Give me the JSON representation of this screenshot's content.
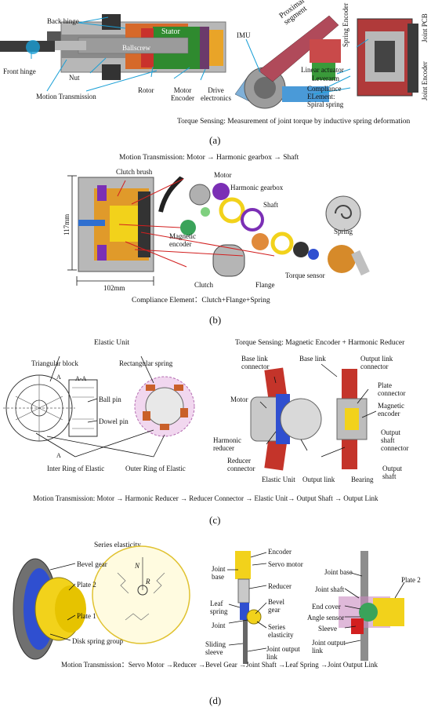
{
  "panel_a": {
    "tag": "(a)",
    "labels": {
      "back_hinge": "Back hinge",
      "stator": "Stator",
      "ballscrew": "Ballscrew",
      "front_hinge": "Front hinge",
      "nut": "Nut",
      "motion_transmission": "Motion Transmission",
      "rotor": "Rotor",
      "motor_encoder": "Motor\nEncoder",
      "drive_electronics": "Drive\nelectronics",
      "imu": "IMU",
      "proximal_segment": "Proximal\nsegment",
      "spring_encoder": "Spring Encoder",
      "joint_pcb": "Joint PCB",
      "linear_actuator": "Linear actuator",
      "leverarm": "Leverarm",
      "compliance_element": "Compliance\nELement:\nSpiral spring",
      "joint_encoder": "Joint Encoder"
    },
    "caption": "Torque Sensing: Measurement of joint torque by inductive spring deformation"
  },
  "panel_b": {
    "tag": "(b)",
    "title": "Motion Transmission: Motor → Harmonic gearbox → Shaft",
    "labels": {
      "clutch_brush": "Clutch brush",
      "motor": "Motor",
      "harmonic_gearbox": "Harmonic gearbox",
      "shaft": "Shaft",
      "spring": "Spring",
      "magnetic_encoder": "Magnetic\nencoder",
      "clutch": "Clutch",
      "flange": "Flange",
      "torque_sensor": "Torque sensor",
      "dim_height": "117mm",
      "dim_width": "102mm"
    },
    "caption": "Compliance Element：Clutch+Flange+Spring"
  },
  "panel_c": {
    "tag": "(c)",
    "left_title": "Elastic Unit",
    "right_title": "Torque Sensing: Magnetic Encoder + Harmonic Reducer",
    "labels": {
      "triangular_block": "Triangular block",
      "rectangular_spring": "Rectangular spring",
      "section_a1": "A",
      "section_aa": "A-A",
      "section_a2": "A",
      "ball_pin": "Ball pin",
      "dowel_pin": "Dowel pin",
      "inter_ring": "Inter Ring of Elastic",
      "outer_ring": "Outer Ring of Elastic",
      "base_link_connector": "Base link\nconnector",
      "base_link": "Base link",
      "output_link_connector": "Output link\nconnector",
      "motor": "Motor",
      "plate_connector": "Plate\nconnector",
      "magnetic_encoder": "Magnetic\nencoder",
      "harmonic_reducer": "Harmonic\nreducer",
      "output_shaft_connector": "Output\nshaft\nconnector",
      "reducer_connector": "Reducer\nconnector",
      "elastic_unit": "Elastic Unit",
      "output_link": "Output link",
      "bearing": "Bearing",
      "output_shaft": "Output\nshaft"
    },
    "caption": "Motion Transmission: Motor → Harmonic Reducer → Reducer Connector → Elastic Unit→ Output Shaft → Output Link"
  },
  "panel_d": {
    "tag": "(d)",
    "left_title": "Series elasticity",
    "labels": {
      "bevel_gear": "Bevel gear",
      "plate2": "Plate 2",
      "plate1": "Plate 1",
      "disk_spring_group": "Disk spring group",
      "sym_n": "N",
      "sym_r": "R",
      "encoder": "Encoder",
      "joint_base": "Joint\nbase",
      "servo_motor": "Servo motor",
      "reducer": "Reducer",
      "leaf_spring": "Leaf\nspring",
      "bevel_gear2": "Bevel\ngear",
      "joint": "Joint",
      "series_elasticity": "Series\nelasticity",
      "sliding_sleeve": "Sliding\nsleeve",
      "joint_output_link": "Joint output\nlink",
      "joint_base2": "Joint base",
      "joint_shaft": "Joint shaft",
      "plate2b": "Plate 2",
      "end_cover": "End cover",
      "angle_sensor": "Angle sensor",
      "sleeve": "Sleeve",
      "joint_output_link2": "Joint output\nlink"
    },
    "caption": "Motion Transmission：Servo Motor →Reducer →Bevel Gear →Joint Shaft →Leaf Spring →Joint Output Link"
  },
  "colors": {
    "accent_cyan": "#1a9fd6",
    "leader_red": "#d21f1f",
    "stator_green": "#2f8a2f",
    "rotor_red": "#c9322c",
    "yellow": "#f2d21b",
    "purple": "#7b2fb5",
    "gray": "#8e8e8e"
  }
}
